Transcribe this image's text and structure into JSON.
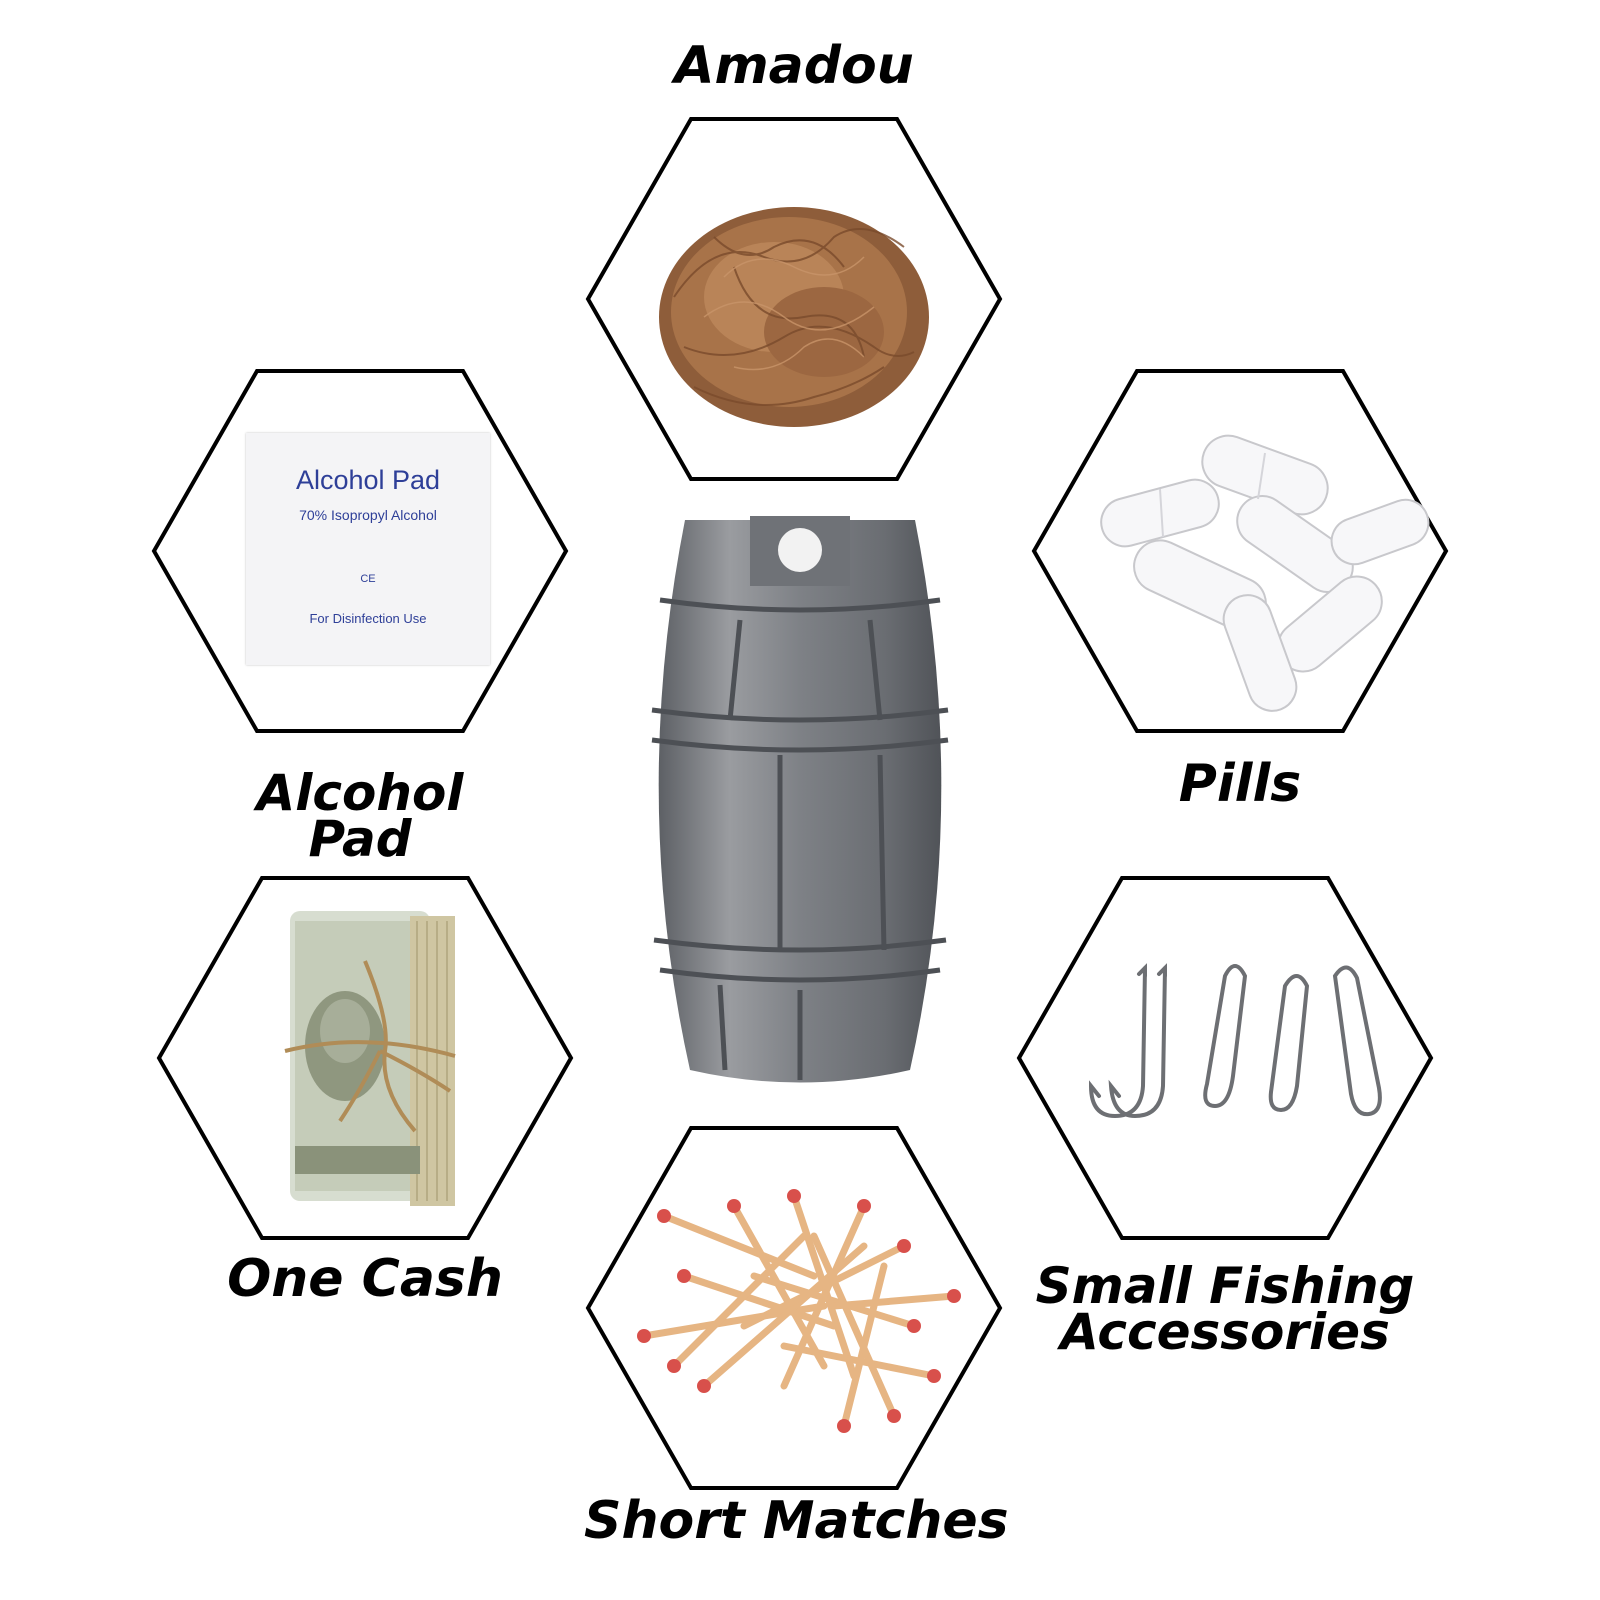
{
  "items": [
    {
      "name": "amadou",
      "label": "Amadou"
    },
    {
      "name": "alcohol-pad",
      "label_line1": "Alcohol",
      "label_line2": "Pad"
    },
    {
      "name": "pills",
      "label": "Pills"
    },
    {
      "name": "one-cash",
      "label": "One Cash"
    },
    {
      "name": "small-fishing-accessories",
      "label_line1": "Small Fishing",
      "label_line2": "Accessories"
    },
    {
      "name": "short-matches",
      "label": "Short Matches"
    }
  ],
  "alcohol_pad_packet": {
    "title": "Alcohol Pad",
    "subtitle": "70% Isopropyl Alcohol",
    "mark": "CE",
    "usage": "For Disinfection Use"
  },
  "colors": {
    "hex_stroke": "#000000",
    "pad_text": "#2e3f98",
    "barrel_metal": "#7b7e83",
    "match_head": "#d9544f",
    "match_stick": "#e9b98b",
    "amadou": "#9a6a45"
  }
}
